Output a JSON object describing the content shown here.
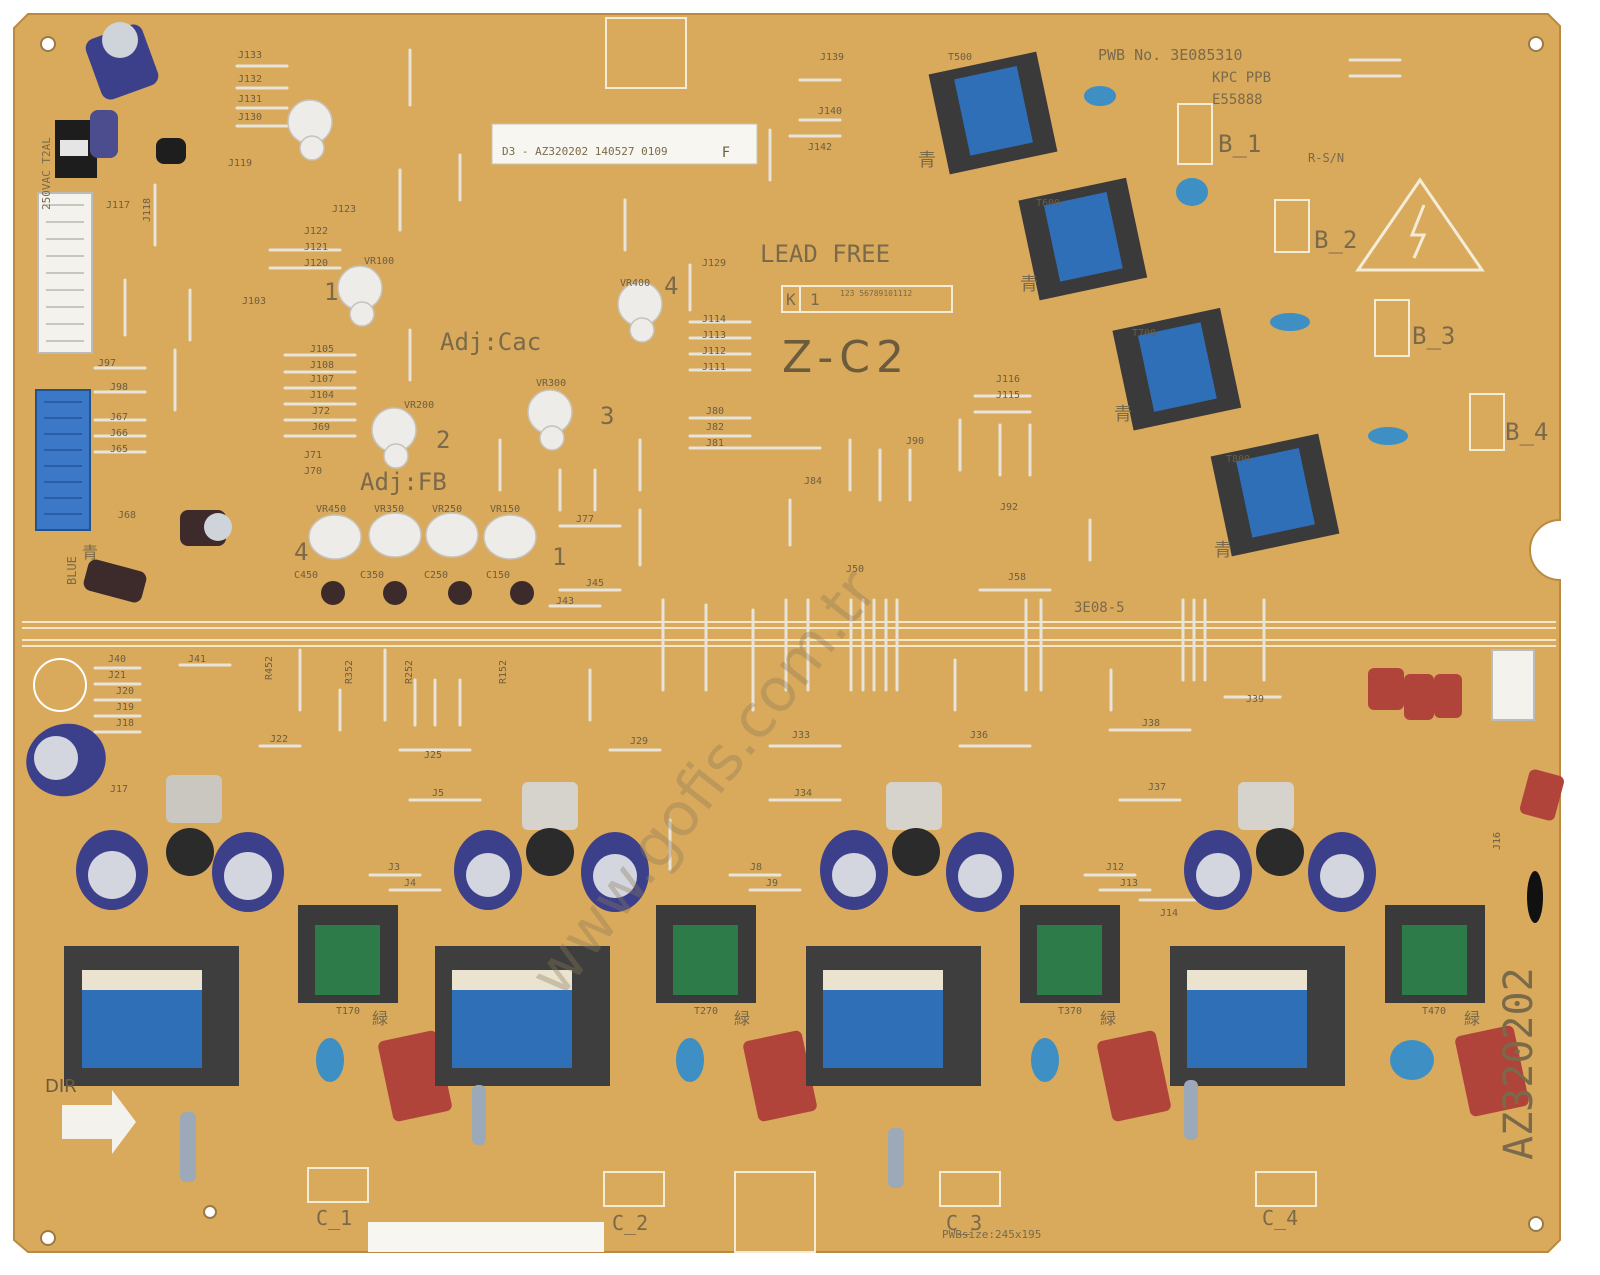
{
  "board": {
    "pwb_number": "PWB No. 3E085310",
    "maker_mark": "KPC PPB",
    "cert_code": "E55888",
    "sticker_code": "D3 - AZ320202 140527 0109",
    "sticker_suffix": "F",
    "lead_free": "LEAD FREE",
    "model_code": "Z-C2",
    "adj_cac": "Adj:Cac",
    "adj_fb": "Adj:FB",
    "side_part_number": "AZ320202",
    "mid_code": "3E08-5",
    "rsn_label": "R-S/N",
    "pwb_size": "PWBsize:245x195",
    "voltage_label": "250VAC T2AL",
    "dir_label": "DIR",
    "k_box": "K",
    "k_box_num": "1",
    "k_box_digits": "123 56789101112",
    "blue_label": "BLUE"
  },
  "hv_outputs": [
    "B_1",
    "B_2",
    "B_3",
    "B_4"
  ],
  "connectors_bottom": [
    "C_1",
    "C_2",
    "C_3",
    "C_4"
  ],
  "transformers_top": [
    "T500",
    "T600",
    "T700",
    "T800"
  ],
  "transformers_bottom": [
    "T170",
    "T270",
    "T370",
    "T470"
  ],
  "trimmers": [
    "VR100",
    "VR200",
    "VR300",
    "VR400"
  ],
  "trimmers_row": [
    "VR450",
    "VR350",
    "VR250",
    "VR150"
  ],
  "trimmer_numbers": [
    "1",
    "2",
    "3",
    "4",
    "4",
    "1"
  ],
  "row_caps": [
    "C450",
    "C350",
    "C250",
    "C150"
  ],
  "bottom_resistors": [
    "R452",
    "R352",
    "R252",
    "R152"
  ],
  "jumper_labels_left": [
    "J133",
    "J132",
    "J131",
    "J130",
    "J119",
    "J117",
    "J118",
    "J123",
    "J122",
    "J121",
    "J120",
    "J103",
    "J105",
    "J108",
    "J107",
    "J104",
    "J72",
    "J69",
    "J71",
    "J70",
    "J97",
    "J98",
    "J67",
    "J66",
    "J65",
    "J68"
  ],
  "jumper_labels_mid": [
    "J139",
    "J140",
    "J142",
    "J129",
    "J114",
    "J113",
    "J112",
    "J111",
    "J80",
    "J82",
    "J81",
    "J84",
    "J90",
    "J92",
    "J116",
    "J115",
    "J77",
    "J45",
    "J43",
    "J58",
    "J50"
  ],
  "jumper_labels_lower": [
    "J40",
    "J21",
    "J20",
    "J19",
    "J18",
    "J41",
    "J22",
    "J25",
    "J29",
    "J33",
    "J36",
    "J38",
    "J39",
    "J5",
    "J34",
    "J37",
    "J3",
    "J4",
    "J8",
    "J9",
    "J12",
    "J13",
    "J14",
    "J17",
    "J16"
  ],
  "colors": {
    "board": "#d9a95c",
    "board_edge": "#c89648",
    "transformer_blue": "#2f6fb8",
    "transformer_green": "#2e7b4a",
    "capacitor_red": "#b0443a",
    "ceramic_blue": "#3d8fc4",
    "electrolytic": "#3c3f8a"
  },
  "watermark": "www.gofis.com.tr",
  "chinese_mark": "青",
  "green_mark": "緑"
}
